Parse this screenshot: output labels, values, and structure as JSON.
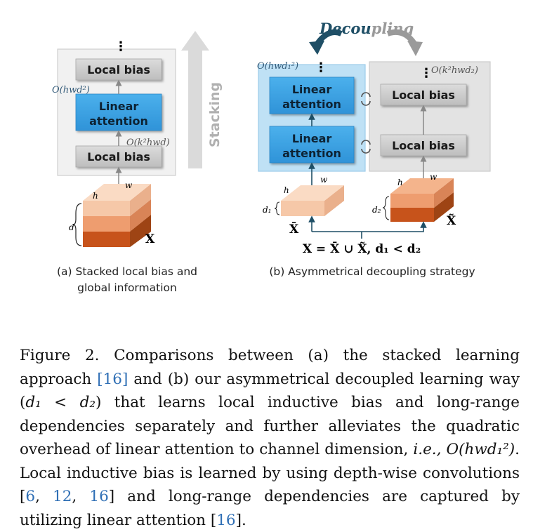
{
  "diagram": {
    "decoupling_title": {
      "part1": "Decou",
      "part2": "pling"
    },
    "stacking_label": "Stacking",
    "block_local_bias": "Local bias",
    "block_linear_attention_line1": "Linear",
    "block_linear_attention_line2": "attention",
    "vertical_dots": "⋮",
    "complexity_a_top": "O(hwd²)",
    "complexity_a_bottom": "O(k²hwd)",
    "complexity_b_left": "O(hwd₁²)",
    "complexity_b_right": "O(k²hwd₂)",
    "dim_h": "h",
    "dim_w": "w",
    "dim_d": "d",
    "dim_d1": "d₁",
    "dim_d2": "d₂",
    "tensor_x": "X",
    "tensor_x_bar": "X̄",
    "tensor_x_tilde": "X̃",
    "equation_b": "X = X̄ ∪ X̃, d₁ < d₂",
    "colors": {
      "attention_blue": "#3a9ee0",
      "attention_panel": "#bfe1f5",
      "bias_gray": "#cfcfcf",
      "panel_gray": "#e6e6e6",
      "tensor_dark": "#c7531b",
      "tensor_mid": "#ee9d6f",
      "tensor_light": "#f6c8a8",
      "decoupling_dark": "#1f4f66",
      "decoupling_light": "#9a9a9a"
    }
  },
  "subcaptions": {
    "a_line1": "(a) Stacked local bias and",
    "a_line2": "global information",
    "b": "(b) Asymmetrical decoupling strategy"
  },
  "caption": {
    "figure_label": "Figure 2.",
    "p1": " Comparisons between (a) the stacked learning approach ",
    "ref16a": "[16]",
    "p2": " and (b) our asymmetrical decoupled learning way (",
    "d1_lt_d2": "d₁ < d₂",
    "p3": ") that learns local inductive bias and long-range dependencies separately and further alleviates the quadratic overhead of linear attention to channel dimension, ",
    "ie": "i.e.,",
    "complexity": " O(hwd₁²)",
    "p4": ". Local inductive bias is learned by using depth-wise convolutions [",
    "ref6": "6",
    "sep1": ", ",
    "ref12": "12",
    "sep2": ", ",
    "ref16b": "16",
    "p5": "] and long-range dependencies are captured by utilizing linear attention [",
    "ref16c": "16",
    "p6": "]."
  }
}
